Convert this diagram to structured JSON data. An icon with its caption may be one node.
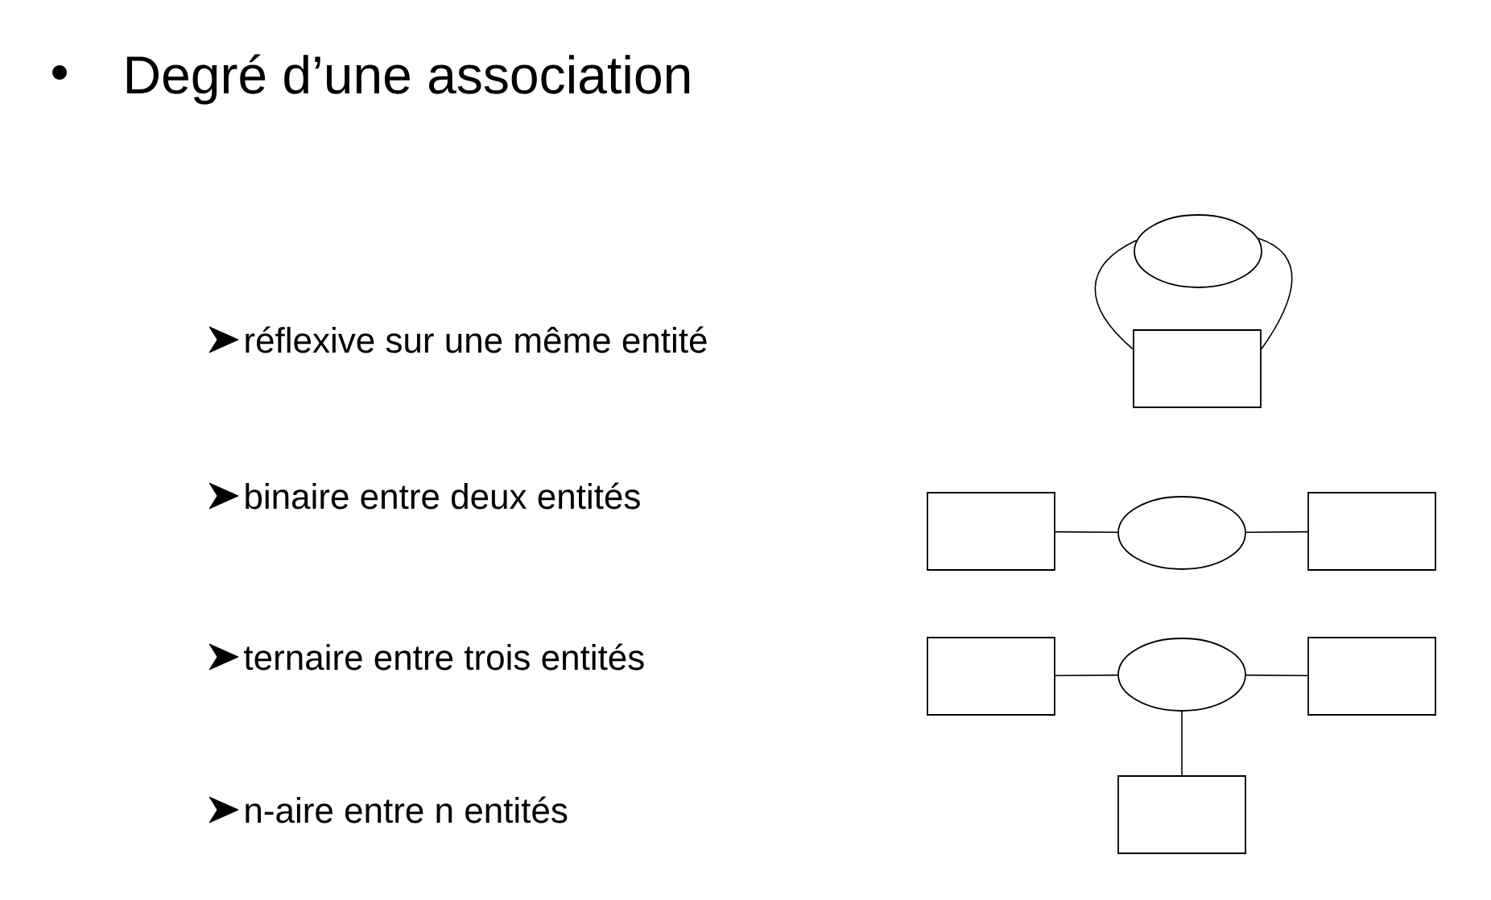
{
  "diagram": {
    "title": "Degré d’une association",
    "nodes": [
      {
        "text": [],
        "shape": "ellipse"
      },
      {
        "text": [],
        "shape": "box"
      },
      {
        "text": [],
        "shape": "box"
      },
      {
        "text": [],
        "shape": "ellipse"
      },
      {
        "text": [],
        "shape": "box"
      },
      {
        "text": [],
        "shape": "box"
      },
      {
        "text": [],
        "shape": "ellipse"
      },
      {
        "text": [],
        "shape": "box"
      },
      {
        "text": [],
        "shape": "box"
      }
    ],
    "edges": [
      {
        "from": 0,
        "to": 1,
        "arrow": "none"
      },
      {
        "from": 0,
        "to": 1,
        "arrow": "none"
      },
      {
        "from": 2,
        "to": 3,
        "arrow": "none"
      },
      {
        "from": 3,
        "to": 4,
        "arrow": "none"
      },
      {
        "from": 5,
        "to": 6,
        "arrow": "none"
      },
      {
        "from": 6,
        "to": 7,
        "arrow": "none"
      },
      {
        "from": 6,
        "to": 8,
        "arrow": "none"
      }
    ],
    "labels": [
      "réflexive sur une même entité",
      "binaire entre deux entités",
      "ternaire entre trois entités",
      "n-aire entre n entités"
    ]
  }
}
